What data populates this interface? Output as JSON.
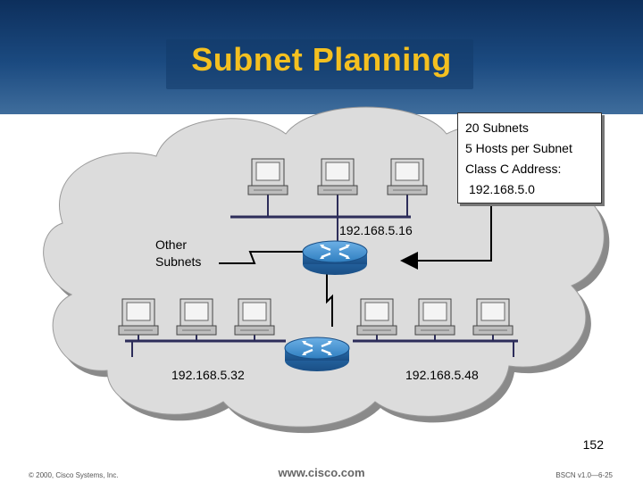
{
  "title": "Subnet Planning",
  "info_box": {
    "line1": "20 Subnets",
    "line2": "5 Hosts per Subnet",
    "line3": "Class C Address:",
    "line4": "192.168.5.0"
  },
  "labels": {
    "other_subnets_line1": "Other",
    "other_subnets_line2": "Subnets",
    "subnet_top": "192.168.5.16",
    "subnet_left": "192.168.5.32",
    "subnet_right": "192.168.5.48"
  },
  "page_number": "152",
  "footer": {
    "copyright": "© 2000, Cisco Systems, Inc.",
    "website": "www.cisco.com",
    "course": "BSCN v1.0—6-25"
  },
  "colors": {
    "title": "#f4c020",
    "header": "#1b4a80",
    "cloud": "#dcdcdc",
    "router": "#2f7fc0",
    "arrow": "#000000"
  }
}
